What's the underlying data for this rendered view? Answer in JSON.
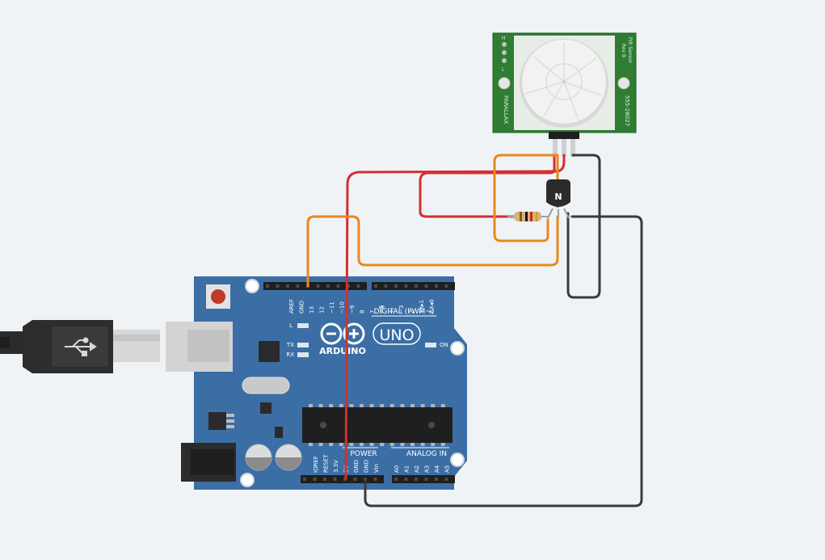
{
  "board": {
    "brand": "ARDUINO",
    "model": "UNO",
    "power_header": "POWER",
    "analog_header": "ANALOG IN",
    "digital_header": "DIGITAL (PWM~)",
    "led_l": "L",
    "led_tx": "TX",
    "led_rx": "RX",
    "led_on": "ON",
    "digital_pins": [
      "AREF",
      "GND",
      "13",
      "12",
      "~11",
      "~10",
      "~9",
      "8",
      "7",
      "~6",
      "~5",
      "4",
      "~3",
      "2",
      "TX▸1",
      "RX◂0"
    ],
    "power_pins": [
      "IOREF",
      "RESET",
      "3.3V",
      "5V",
      "GND",
      "GND",
      "Vin"
    ],
    "analog_pins": [
      "A0",
      "A1",
      "A2",
      "A3",
      "A4",
      "A5"
    ]
  },
  "pir": {
    "title": "PIR Sensor",
    "rev": "Rev B",
    "part": "555-28027",
    "maker": "PARALLAX",
    "jumper_h": "H",
    "jumper_l": "L"
  },
  "transistor": {
    "label": "N"
  },
  "colors": {
    "background": "#f0f3f5",
    "board": "#3b6ea5",
    "pir_pcb": "#2e7d32",
    "wire_red": "#d32f2f",
    "wire_orange": "#e8891e",
    "wire_black": "#3a3a3a"
  }
}
